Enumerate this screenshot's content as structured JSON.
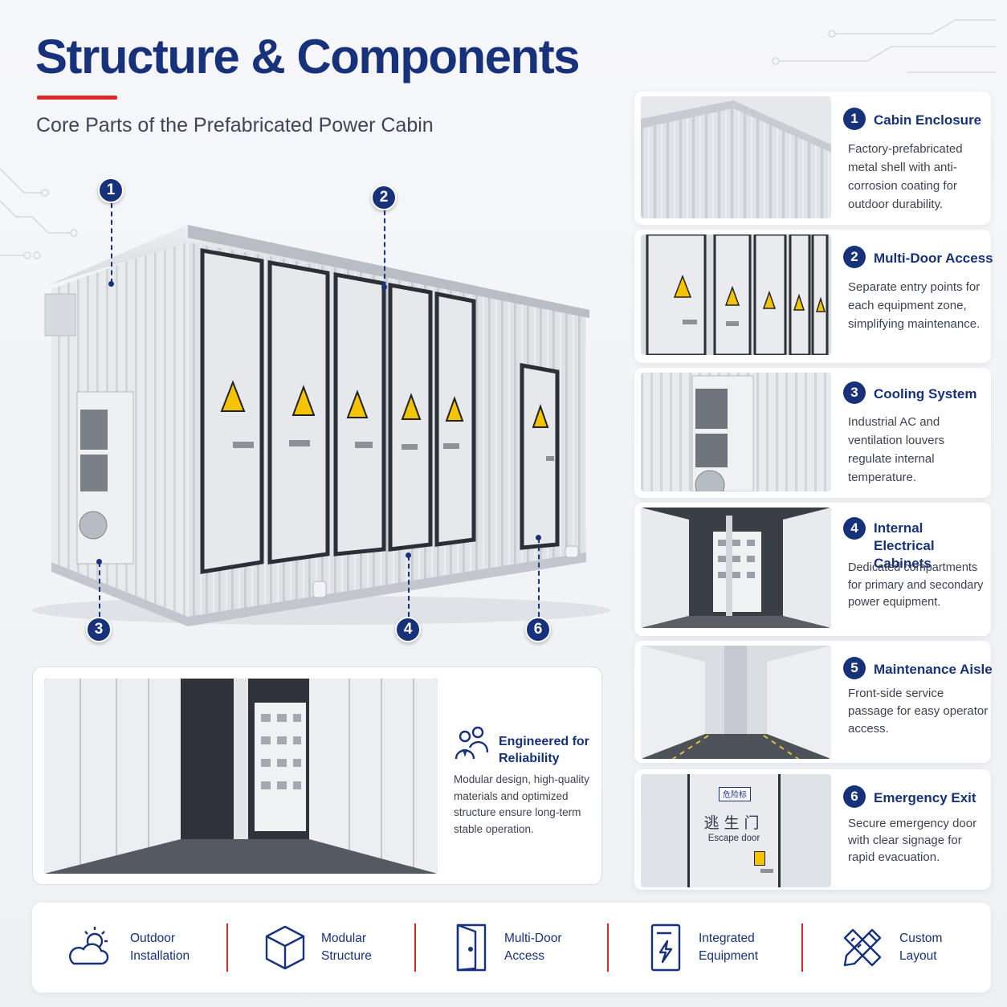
{
  "header": {
    "title": "Structure & Components",
    "subtitle": "Core Parts of the Prefabricated Power Cabin"
  },
  "colors": {
    "navy": "#17317a",
    "accent_red": "#e02525",
    "cabin_grey": "#d9dde2",
    "hazard_yellow": "#f5c400"
  },
  "markers": [
    "1",
    "2",
    "3",
    "4",
    "6"
  ],
  "components": [
    {
      "number": "1",
      "title": "Cabin Enclosure",
      "description": "Factory-prefabricated metal shell with anti-corrosion coating for outdoor durability."
    },
    {
      "number": "2",
      "title": "Multi-Door Access",
      "description": "Separate entry points for each equipment zone, simplifying maintenance."
    },
    {
      "number": "3",
      "title": "Cooling System",
      "description": "Industrial AC and ventilation louvers regulate internal temperature."
    },
    {
      "number": "4",
      "title": "Internal Electrical Cabinets",
      "description": "Dedicated compartments for primary and secondary power equipment."
    },
    {
      "number": "5",
      "title": "Maintenance Aisle",
      "description": "Front-side service passage for easy operator access."
    },
    {
      "number": "6",
      "title": "Emergency Exit",
      "description": "Secure emergency door with clear signage for rapid evacuation."
    }
  ],
  "escape_sign": {
    "top_label": "危险标",
    "chinese": "逃生门",
    "english": "Escape door"
  },
  "reliability": {
    "icon": "team-icon",
    "title": "Engineered for Reliability",
    "description": "Modular design, high-quality materials and optimized structure ensure long-term stable operation."
  },
  "features": [
    {
      "icon": "cloud-sun-icon",
      "label": "Outdoor Installation"
    },
    {
      "icon": "cube-icon",
      "label": "Modular Structure"
    },
    {
      "icon": "door-icon",
      "label": "Multi-Door Access"
    },
    {
      "icon": "electrical-cabinet-icon",
      "label": "Integrated Equipment"
    },
    {
      "icon": "ruler-pencil-icon",
      "label": "Custom Layout"
    }
  ]
}
